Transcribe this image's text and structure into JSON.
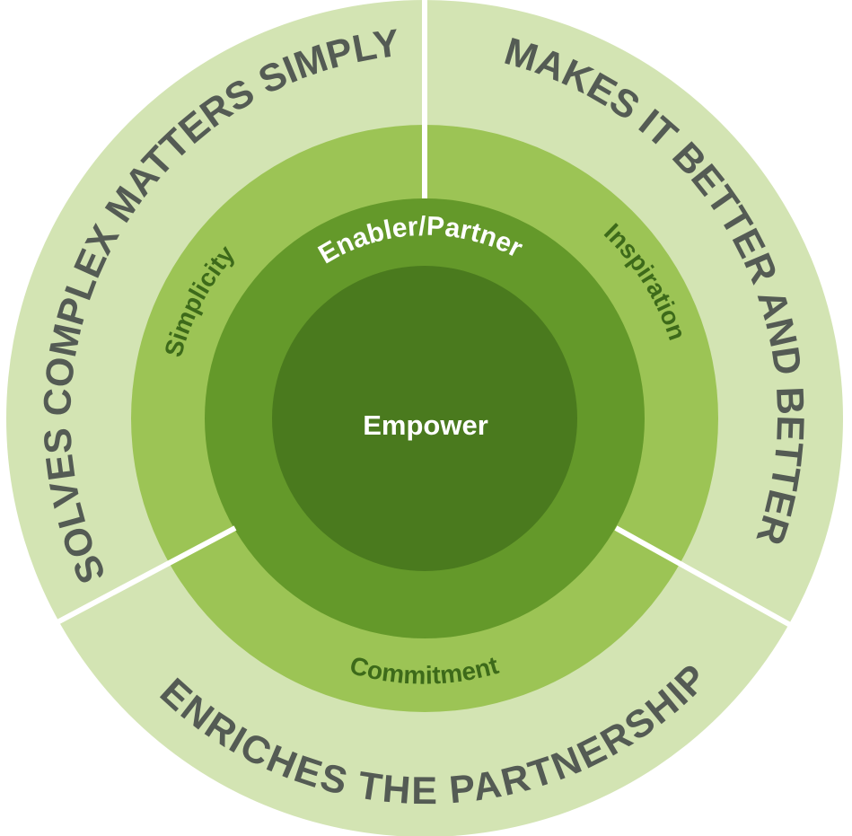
{
  "title": "Empower value model",
  "colors": {
    "outer_ring": "#d3e4b3",
    "middle_ring": "#9cc455",
    "inner_ring": "#64992a",
    "core": "#4a7a1e",
    "divider": "#ffffff",
    "outer_text": "#545b54",
    "middle_text": "#3d6a1a",
    "inner_text": "#ffffff"
  },
  "core": {
    "label": "Empower"
  },
  "inner_ring": {
    "label": "Enabler/Partner"
  },
  "middle_ring": {
    "segments": [
      {
        "label": "Simplicity"
      },
      {
        "label": "Inspiration"
      },
      {
        "label": "Commitment"
      }
    ]
  },
  "outer_ring": {
    "segments": [
      {
        "label": "SOLVES COMPLEX MATTERS SIMPLY"
      },
      {
        "label": "MAKES IT BETTER AND BETTER"
      },
      {
        "label": "ENRICHES THE PARTNERSHIP"
      }
    ]
  }
}
